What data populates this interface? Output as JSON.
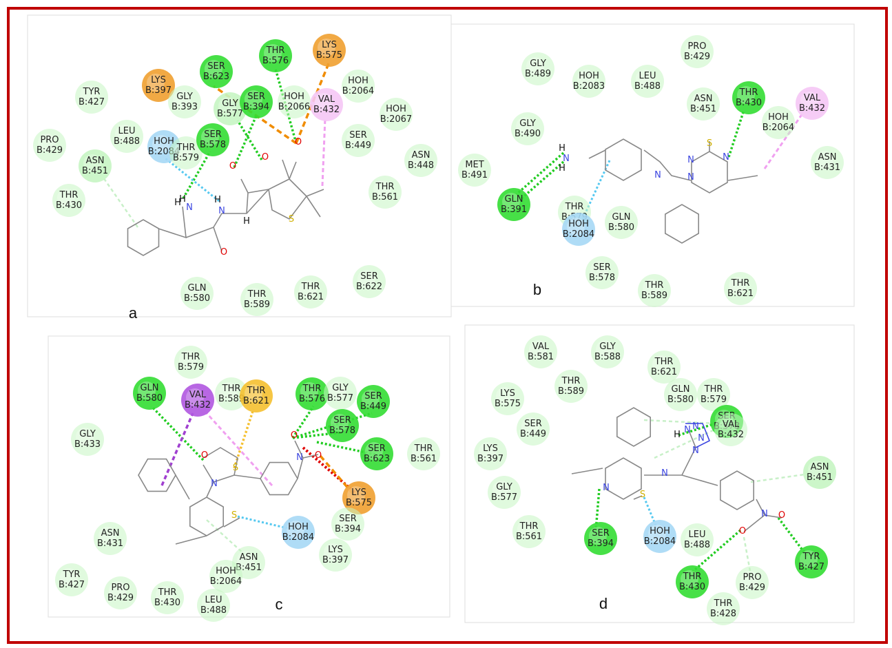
{
  "colors": {
    "frame": "#c00000",
    "vdw_fill": "#c7f5c3",
    "hbond_fill": "#33dd33",
    "water_fill": "#a6d8f5",
    "pi_alkyl_fill": "#f5c6f5",
    "pi_sigma_fill": "#b056e0",
    "charge_fill": "#f0a030",
    "pi_sulfur_fill": "#f5c030",
    "hbond_line": "#22cc22",
    "water_line": "#55c8f0",
    "pi_alkyl_line": "#f0a0f0",
    "pi_sigma_line": "#a040d0",
    "charge_line": "#f08c00",
    "unfavorable_line": "#e00000",
    "carbon_hbond_line": "#c8f0c8",
    "ligand_bond": "#888888",
    "nitrogen": "#3a44e0",
    "oxygen": "#e00000",
    "sulfur": "#d0b000"
  },
  "panels": [
    {
      "id": "a",
      "label": "a",
      "residues": [
        {
          "name": "TYR",
          "id": "B:427",
          "type": "vdw"
        },
        {
          "name": "PRO",
          "id": "B:429",
          "type": "vdw"
        },
        {
          "name": "LEU",
          "id": "B:488",
          "type": "vdw"
        },
        {
          "name": "ASN",
          "id": "B:451",
          "type": "carbon_hbond"
        },
        {
          "name": "THR",
          "id": "B:430",
          "type": "vdw"
        },
        {
          "name": "LYS",
          "id": "B:397",
          "type": "charge"
        },
        {
          "name": "GLY",
          "id": "B:393",
          "type": "vdw"
        },
        {
          "name": "SER",
          "id": "B:623",
          "type": "hbond"
        },
        {
          "name": "GLY",
          "id": "B:577",
          "type": "carbon_hbond"
        },
        {
          "name": "SER",
          "id": "B:394",
          "type": "hbond"
        },
        {
          "name": "THR",
          "id": "B:576",
          "type": "hbond"
        },
        {
          "name": "LYS",
          "id": "B:575",
          "type": "charge"
        },
        {
          "name": "HOH",
          "id": "B:2066",
          "type": "vdw"
        },
        {
          "name": "VAL",
          "id": "B:432",
          "type": "pi_alkyl"
        },
        {
          "name": "HOH",
          "id": "B:2064",
          "type": "vdw"
        },
        {
          "name": "HOH",
          "id": "B:2067",
          "type": "vdw"
        },
        {
          "name": "SER",
          "id": "B:449",
          "type": "vdw"
        },
        {
          "name": "ASN",
          "id": "B:448",
          "type": "vdw"
        },
        {
          "name": "THR",
          "id": "B:561",
          "type": "vdw"
        },
        {
          "name": "HOH",
          "id": "B:2084",
          "type": "water"
        },
        {
          "name": "THR",
          "id": "B:579",
          "type": "vdw"
        },
        {
          "name": "SER",
          "id": "B:578",
          "type": "hbond"
        },
        {
          "name": "GLN",
          "id": "B:580",
          "type": "vdw"
        },
        {
          "name": "THR",
          "id": "B:589",
          "type": "vdw"
        },
        {
          "name": "THR",
          "id": "B:621",
          "type": "vdw"
        },
        {
          "name": "SER",
          "id": "B:622",
          "type": "vdw"
        }
      ],
      "atoms": [
        "H",
        "N",
        "H",
        "N",
        "H",
        "O",
        "O",
        "O",
        "O",
        "S",
        "H"
      ]
    },
    {
      "id": "b",
      "label": "b",
      "residues": [
        {
          "name": "PRO",
          "id": "B:429",
          "type": "vdw"
        },
        {
          "name": "GLY",
          "id": "B:489",
          "type": "vdw"
        },
        {
          "name": "HOH",
          "id": "B:2083",
          "type": "vdw"
        },
        {
          "name": "LEU",
          "id": "B:488",
          "type": "vdw"
        },
        {
          "name": "ASN",
          "id": "B:451",
          "type": "vdw"
        },
        {
          "name": "THR",
          "id": "B:430",
          "type": "hbond"
        },
        {
          "name": "VAL",
          "id": "B:432",
          "type": "pi_alkyl"
        },
        {
          "name": "HOH",
          "id": "B:2064",
          "type": "vdw"
        },
        {
          "name": "GLY",
          "id": "B:490",
          "type": "vdw"
        },
        {
          "name": "ASN",
          "id": "B:431",
          "type": "vdw"
        },
        {
          "name": "MET",
          "id": "B:491",
          "type": "vdw"
        },
        {
          "name": "GLN",
          "id": "B:391",
          "type": "hbond"
        },
        {
          "name": "THR",
          "id": "B:579",
          "type": "vdw"
        },
        {
          "name": "HOH",
          "id": "B:2084",
          "type": "water"
        },
        {
          "name": "GLN",
          "id": "B:580",
          "type": "vdw"
        },
        {
          "name": "SER",
          "id": "B:578",
          "type": "vdw"
        },
        {
          "name": "THR",
          "id": "B:589",
          "type": "vdw"
        },
        {
          "name": "THR",
          "id": "B:621",
          "type": "vdw"
        }
      ],
      "atoms": [
        "H",
        "N",
        "H",
        "N",
        "N",
        "S",
        "N",
        "N"
      ]
    },
    {
      "id": "c",
      "label": "c",
      "residues": [
        {
          "name": "THR",
          "id": "B:579",
          "type": "vdw"
        },
        {
          "name": "GLN",
          "id": "B:580",
          "type": "hbond"
        },
        {
          "name": "VAL",
          "id": "B:432",
          "type": "pi_sigma"
        },
        {
          "name": "THR",
          "id": "B:589",
          "type": "vdw"
        },
        {
          "name": "THR",
          "id": "B:621",
          "type": "pi_sulfur"
        },
        {
          "name": "THR",
          "id": "B:576",
          "type": "hbond"
        },
        {
          "name": "GLY",
          "id": "B:577",
          "type": "vdw"
        },
        {
          "name": "SER",
          "id": "B:449",
          "type": "hbond"
        },
        {
          "name": "SER",
          "id": "B:578",
          "type": "hbond"
        },
        {
          "name": "GLY",
          "id": "B:433",
          "type": "vdw"
        },
        {
          "name": "SER",
          "id": "B:623",
          "type": "hbond"
        },
        {
          "name": "THR",
          "id": "B:561",
          "type": "vdw"
        },
        {
          "name": "LYS",
          "id": "B:575",
          "type": "charge"
        },
        {
          "name": "SER",
          "id": "B:394",
          "type": "vdw"
        },
        {
          "name": "ASN",
          "id": "B:431",
          "type": "vdw"
        },
        {
          "name": "HOH",
          "id": "B:2084",
          "type": "water"
        },
        {
          "name": "LYS",
          "id": "B:397",
          "type": "vdw"
        },
        {
          "name": "ASN",
          "id": "B:451",
          "type": "vdw"
        },
        {
          "name": "HOH",
          "id": "B:2064",
          "type": "vdw"
        },
        {
          "name": "TYR",
          "id": "B:427",
          "type": "vdw"
        },
        {
          "name": "PRO",
          "id": "B:429",
          "type": "vdw"
        },
        {
          "name": "THR",
          "id": "B:430",
          "type": "vdw"
        },
        {
          "name": "LEU",
          "id": "B:488",
          "type": "vdw"
        }
      ],
      "atoms": [
        "O",
        "S",
        "N",
        "S",
        "N",
        "O",
        "O"
      ]
    },
    {
      "id": "d",
      "label": "d",
      "residues": [
        {
          "name": "VAL",
          "id": "B:581",
          "type": "vdw"
        },
        {
          "name": "GLY",
          "id": "B:588",
          "type": "vdw"
        },
        {
          "name": "THR",
          "id": "B:621",
          "type": "vdw"
        },
        {
          "name": "THR",
          "id": "B:589",
          "type": "vdw"
        },
        {
          "name": "GLN",
          "id": "B:580",
          "type": "vdw"
        },
        {
          "name": "THR",
          "id": "B:579",
          "type": "vdw"
        },
        {
          "name": "LYS",
          "id": "B:575",
          "type": "vdw"
        },
        {
          "name": "SER",
          "id": "B:578",
          "type": "hbond"
        },
        {
          "name": "VAL",
          "id": "B:432",
          "type": "vdw"
        },
        {
          "name": "SER",
          "id": "B:449",
          "type": "vdw"
        },
        {
          "name": "LYS",
          "id": "B:397",
          "type": "vdw"
        },
        {
          "name": "ASN",
          "id": "B:451",
          "type": "carbon_hbond"
        },
        {
          "name": "GLY",
          "id": "B:577",
          "type": "vdw"
        },
        {
          "name": "THR",
          "id": "B:561",
          "type": "vdw"
        },
        {
          "name": "SER",
          "id": "B:394",
          "type": "hbond"
        },
        {
          "name": "HOH",
          "id": "B:2084",
          "type": "water"
        },
        {
          "name": "LEU",
          "id": "B:488",
          "type": "vdw"
        },
        {
          "name": "THR",
          "id": "B:430",
          "type": "hbond"
        },
        {
          "name": "PRO",
          "id": "B:429",
          "type": "vdw"
        },
        {
          "name": "TYR",
          "id": "B:427",
          "type": "hbond"
        },
        {
          "name": "THR",
          "id": "B:428",
          "type": "vdw"
        }
      ],
      "atoms": [
        "H",
        "N",
        "N",
        "N",
        "N",
        "N",
        "N",
        "S",
        "N",
        "O",
        "O"
      ]
    }
  ]
}
